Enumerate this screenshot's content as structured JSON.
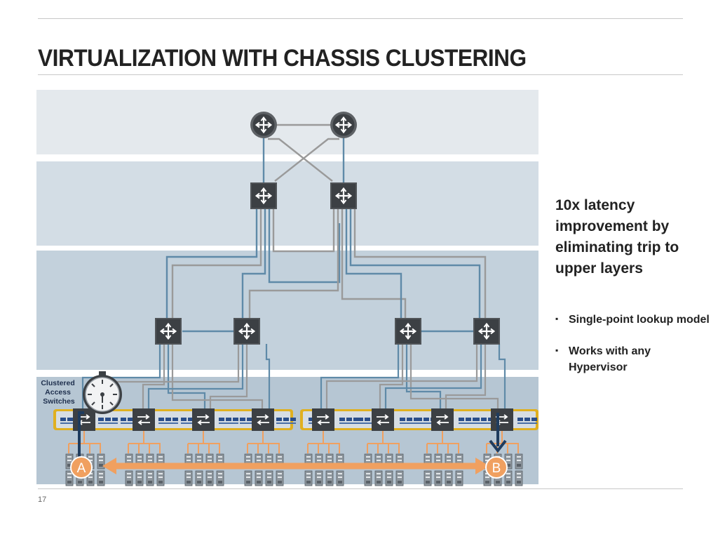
{
  "slide": {
    "title": "VIRTUALIZATION WITH CHASSIS CLUSTERING",
    "slide_number": "17"
  },
  "diagram": {
    "cluster_label": "Clustered\nAccess\nSwitches",
    "endpoint_a": "A",
    "endpoint_b": "B",
    "colors": {
      "band_top": "#e4e9ed",
      "band_2": "#d3dde5",
      "band_3": "#c3d1dc",
      "band_4": "#b6c6d3",
      "link_blue": "#5f8aa8",
      "link_gray": "#9a9a9a",
      "server_link": "#f0a060",
      "cluster_gold": "#e0b020",
      "path_arrow": "#1f3c5e",
      "latency_arrow": "#f0a060"
    }
  },
  "content": {
    "headline": "10x latency improvement by eliminating trip to upper layers",
    "bullets": [
      "Single-point lookup model",
      "Works with any Hypervisor"
    ]
  }
}
